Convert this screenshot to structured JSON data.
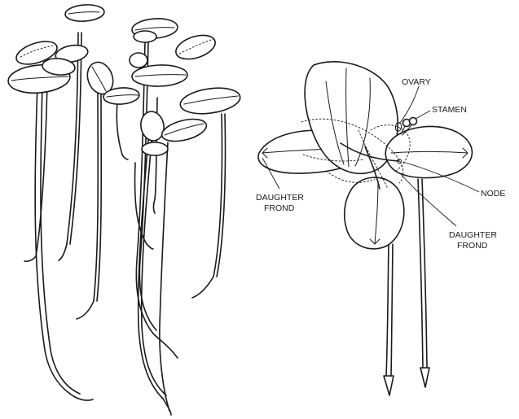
{
  "figure": {
    "ink_color": "#1a1a1a",
    "background": "#ffffff"
  },
  "labels": {
    "ovary": "OVARY",
    "stamen": "STAMEN",
    "node": "NODE",
    "daughter_frond_left": [
      "DAUGHTER",
      "FROND"
    ],
    "daughter_frond_right": [
      "DAUGHTER",
      "FROND"
    ]
  }
}
